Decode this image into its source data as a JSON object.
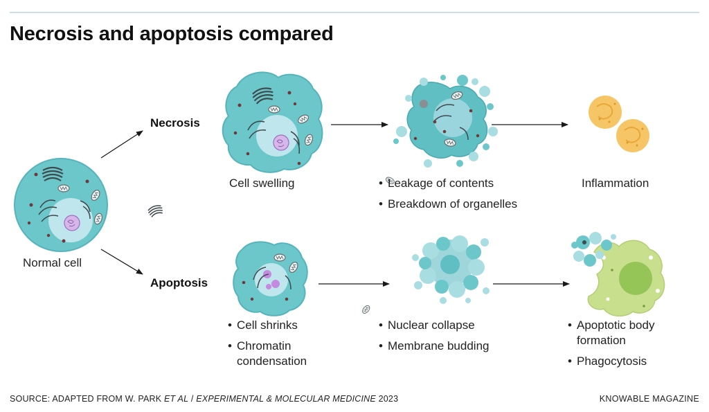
{
  "title": "Necrosis and apoptosis compared",
  "cells": {
    "normal": "Normal cell",
    "necrosis_branch": "Necrosis",
    "apoptosis_branch": "Apoptosis"
  },
  "necrosis": {
    "stage1": "Cell swelling",
    "stage2_points": [
      "Leakage of contents",
      "Breakdown of organelles"
    ],
    "stage3": "Inflammation"
  },
  "apoptosis": {
    "stage1_points": [
      "Cell shrinks",
      "Chromatin\ncondensation"
    ],
    "stage2_points": [
      "Nuclear collapse",
      "Membrane budding"
    ],
    "stage3_points": [
      "Apoptotic body\nformation",
      "Phagocytosis"
    ]
  },
  "footer": {
    "source_prefix": "SOURCE: ADAPTED FROM W. PARK ",
    "source_etal": "ET AL",
    "source_sep": " / ",
    "source_journal": "EXPERIMENTAL & MOLECULAR MEDICINE",
    "source_year": " 2023",
    "brand": "KNOWABLE MAGAZINE"
  },
  "colors": {
    "cell_teal": "#6cc7cb",
    "cell_outline": "#4fb0b5",
    "nucleus": "#bfe6ec",
    "chromatin": "#c9a4e0",
    "inflammation_cell": "#f7c86b",
    "phagocyte": "#c8e08e"
  }
}
